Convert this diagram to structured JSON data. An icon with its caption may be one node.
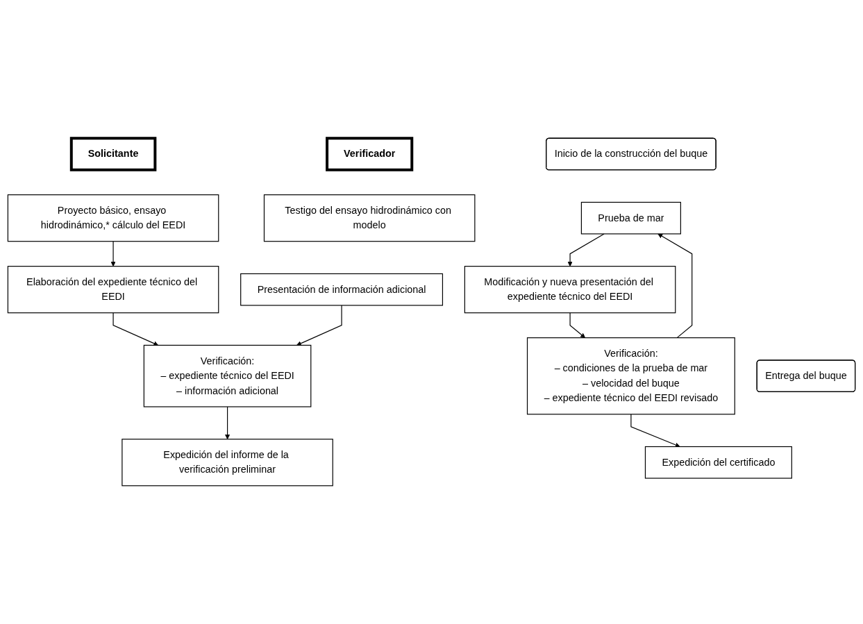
{
  "diagram": {
    "nodes": [
      {
        "text": [
          "Solicitante"
        ]
      },
      {
        "text": [
          "Verificador"
        ]
      },
      {
        "text": [
          "Proyecto básico, ensayo hidrodinámico,* cálculo del EEDI"
        ]
      },
      {
        "text": [
          "Testigo del ensayo hidrodinámico con modelo"
        ]
      },
      {
        "text": [
          "Elaboración del expediente técnico del EEDI"
        ]
      },
      {
        "text": [
          "Verificación:",
          "– expediente técnico del EEDI",
          "– información adicional"
        ]
      },
      {
        "text": [
          "Presentación de información adicional"
        ]
      },
      {
        "text": [
          "Expedición del informe de la verificación preliminar"
        ]
      },
      {
        "text": [
          "Inicio de la construcción del buque"
        ]
      },
      {
        "text": [
          "Prueba de mar"
        ]
      },
      {
        "text": [
          "Verificación:",
          "– condiciones de la prueba de mar",
          "– velocidad del buque",
          "– expediente técnico del EEDI revisado"
        ]
      },
      {
        "text": [
          "Modificación y nueva presentación del expediente técnico del EEDI"
        ]
      },
      {
        "text": [
          "Entrega del buque"
        ]
      },
      {
        "text": [
          "Expedición del certificado"
        ]
      }
    ],
    "edges": [
      {
        "from": 2,
        "to": 4,
        "arrow": "to"
      },
      {
        "from": 4,
        "to": 5,
        "arrow": "to"
      },
      {
        "from": 6,
        "to": 5,
        "arrow": "to"
      },
      {
        "from": 5,
        "to": 7,
        "arrow": "to"
      },
      {
        "from": 10,
        "to": 9,
        "arrow": "to"
      },
      {
        "from": 9,
        "to": 11,
        "arrow": "to"
      },
      {
        "from": 11,
        "to": 10,
        "arrow": "to"
      },
      {
        "from": 10,
        "to": 13,
        "arrow": "to"
      }
    ]
  }
}
